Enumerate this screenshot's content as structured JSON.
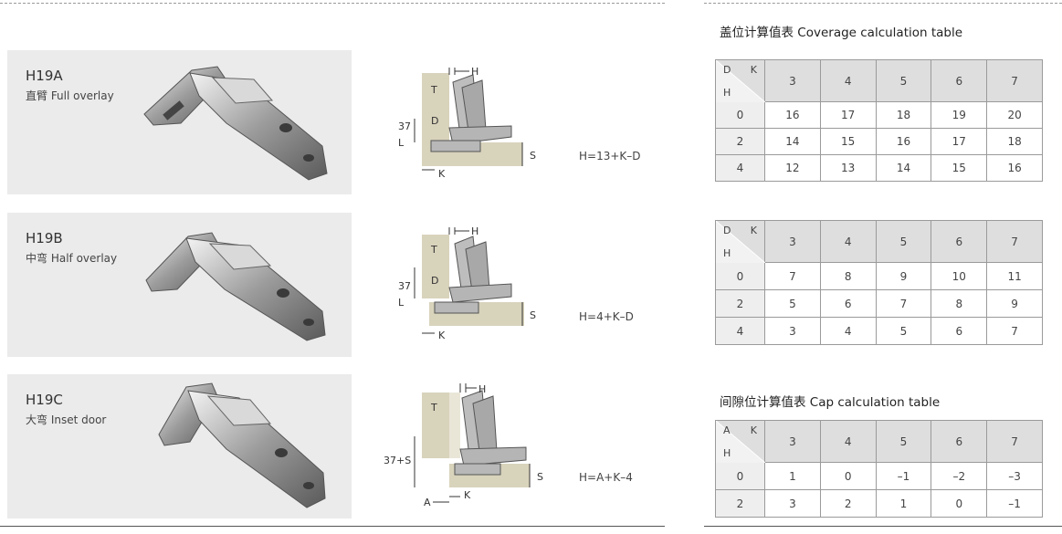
{
  "hinges": [
    {
      "code": "H19A",
      "type": "直臂 Full overlay",
      "formula": "H=13+K–D",
      "diagram_top_label": "37",
      "diagram_left_label": "L"
    },
    {
      "code": "H19B",
      "type": "中弯 Half overlay",
      "formula": "H=4+K–D",
      "diagram_top_label": "37",
      "diagram_left_label": "L"
    },
    {
      "code": "H19C",
      "type": "大弯 Inset door",
      "formula": "H=A+K–4",
      "diagram_top_label": "37+S",
      "diagram_left_label": "A"
    }
  ],
  "diagram_labels": {
    "h": "H",
    "t": "T",
    "d": "D",
    "s": "S",
    "k": "K"
  },
  "coverage": {
    "title": "盖位计算值表  Coverage calculation table",
    "corner_a": "D",
    "corner_b": "K",
    "corner_c": "H",
    "table1": {
      "cols": [
        "3",
        "4",
        "5",
        "6",
        "7"
      ],
      "rows": [
        {
          "h": "0",
          "v": [
            "16",
            "17",
            "18",
            "19",
            "20"
          ]
        },
        {
          "h": "2",
          "v": [
            "14",
            "15",
            "16",
            "17",
            "18"
          ]
        },
        {
          "h": "4",
          "v": [
            "12",
            "13",
            "14",
            "15",
            "16"
          ]
        }
      ]
    },
    "table2": {
      "cols": [
        "3",
        "4",
        "5",
        "6",
        "7"
      ],
      "rows": [
        {
          "h": "0",
          "v": [
            "7",
            "8",
            "9",
            "10",
            "11"
          ]
        },
        {
          "h": "2",
          "v": [
            "5",
            "6",
            "7",
            "8",
            "9"
          ]
        },
        {
          "h": "4",
          "v": [
            "3",
            "4",
            "5",
            "6",
            "7"
          ]
        }
      ]
    }
  },
  "cap": {
    "title": "间隙位计算值表  Cap calculation table",
    "corner_a": "A",
    "corner_b": "K",
    "corner_c": "H",
    "table": {
      "cols": [
        "3",
        "4",
        "5",
        "6",
        "7"
      ],
      "rows": [
        {
          "h": "0",
          "v": [
            "1",
            "0",
            "–1",
            "–2",
            "–3"
          ]
        },
        {
          "h": "2",
          "v": [
            "3",
            "2",
            "1",
            "0",
            "–1"
          ]
        }
      ]
    }
  }
}
